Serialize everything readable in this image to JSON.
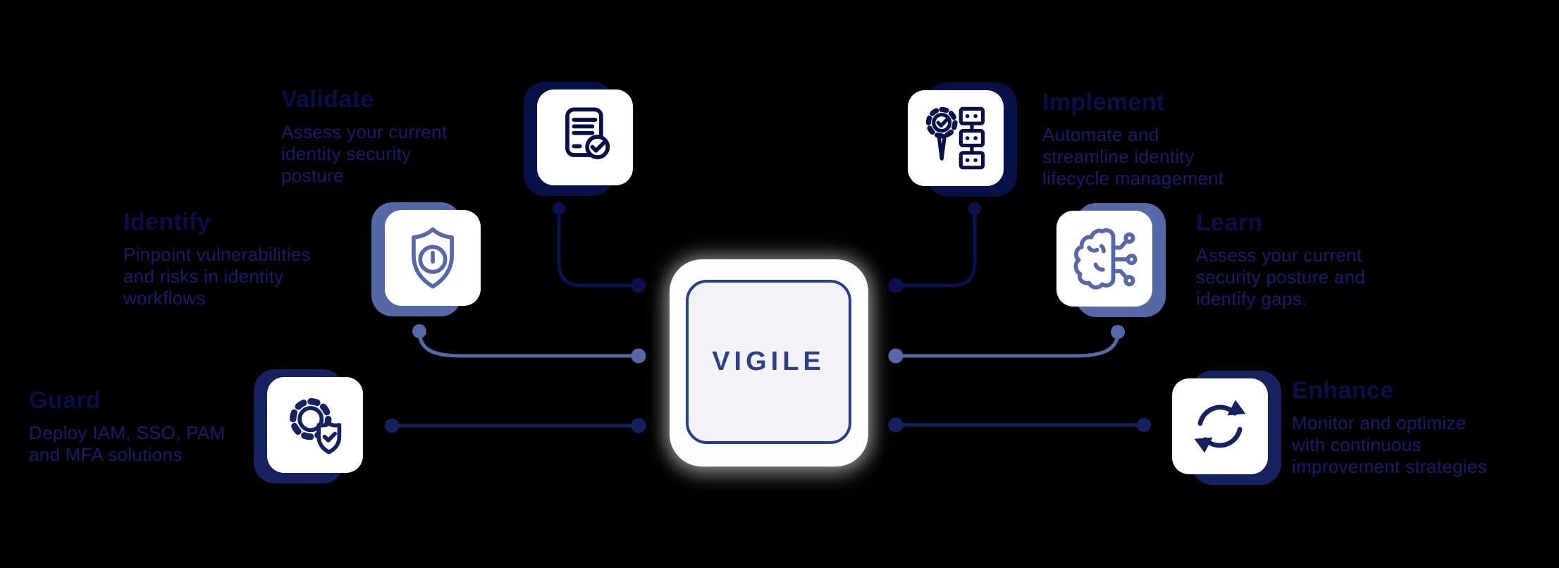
{
  "diagram": {
    "center": {
      "label": "VIGILE"
    },
    "nodes": [
      {
        "id": "validate",
        "title": "Validate",
        "icon": "document-check-icon",
        "description": "Assess your current\nidentity security\nposture"
      },
      {
        "id": "identify",
        "title": "Identify",
        "icon": "shield-alert-icon",
        "description": "Pinpoint vulnerabilities\nand risks in identity\nworkflows"
      },
      {
        "id": "guard",
        "title": "Guard",
        "icon": "gear-shield-check-icon",
        "description": "Deploy IAM, SSO, PAM\nand MFA solutions"
      },
      {
        "id": "implement",
        "title": "Implement",
        "icon": "gear-tool-servers-icon",
        "description": "Automate and\nstreamline identity\nlifecycle management"
      },
      {
        "id": "learn",
        "title": "Learn",
        "icon": "brain-circuit-icon",
        "description": "Assess your current\nsecurity posture and\nidentify gaps."
      },
      {
        "id": "enhance",
        "title": "Enhance",
        "icon": "sync-arrows-icon",
        "description": "Monitor and optimize\nwith continuous\nimprovement strategies"
      }
    ],
    "colors": {
      "background": "#000000",
      "navy_dark": "#081048",
      "navy": "#16215f",
      "periwinkle": "#5668a6",
      "heading_text": "#071049",
      "body_text": "#141d6b",
      "center_border": "#2b3f88",
      "center_text": "#2e4185",
      "card_white": "#ffffff"
    }
  }
}
